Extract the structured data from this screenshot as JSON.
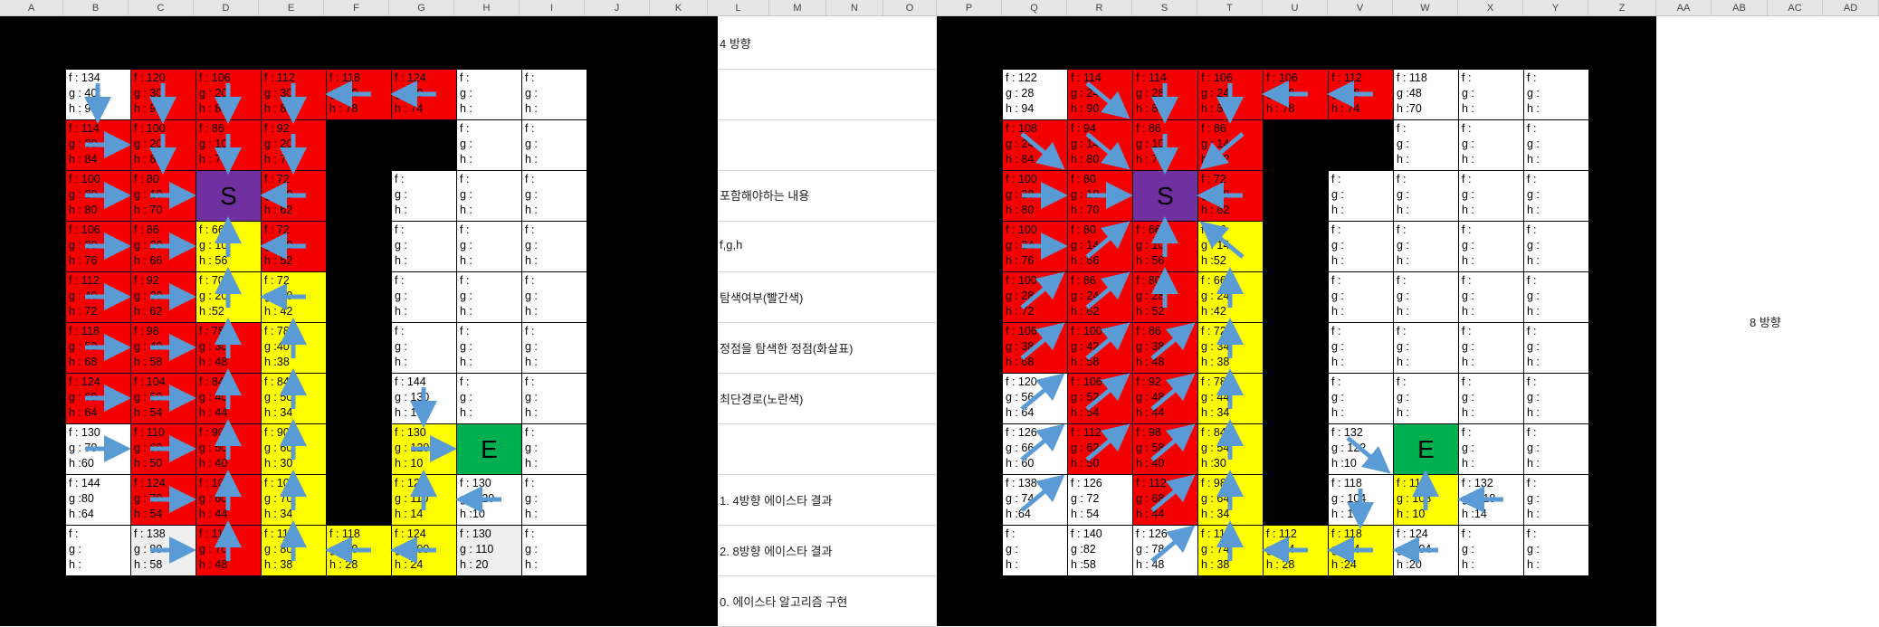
{
  "columns": [
    "A",
    "B",
    "C",
    "D",
    "E",
    "F",
    "G",
    "H",
    "I",
    "J",
    "K",
    "L",
    "M",
    "N",
    "O",
    "P",
    "Q",
    "R",
    "S",
    "T",
    "U",
    "V",
    "W",
    "X",
    "Y",
    "Z",
    "AA",
    "AB",
    "AC",
    "AD"
  ],
  "notes": {
    "title4": "4 방향",
    "content": "포함해야하는 내용",
    "fgh": "f,g,h",
    "explored": "탐색여부(빨간색)",
    "parent": "정점을 탐색한 정점(화살표)",
    "path": "최단경로(노란색)",
    "item1": "1. 4방향 에이스타 결과",
    "item2": "2. 8방향 에이스타 결과",
    "item0": "0. 에이스타 알고리즘 구현"
  },
  "label8": "8 방향",
  "colors": {
    "explored": "#f40000",
    "path": "#ffff00",
    "start": "#7030a0",
    "end": "#00b050",
    "wall": "#000000",
    "arrow": "#5b9bd5"
  },
  "grid4": [
    [
      [
        "w",
        "f : 134",
        "g : 40",
        "h : 94"
      ],
      [
        "r",
        "f : 120",
        "g : 30",
        "h : 90"
      ],
      [
        "r",
        "f : 106",
        "g : 20",
        "h : 86"
      ],
      [
        "r",
        "f : 112",
        "g : 30",
        "h : 82"
      ],
      [
        "r",
        "f : 118",
        "g : 40",
        "h : 78"
      ],
      [
        "r",
        "f : 124",
        "g : 50",
        "h : 74"
      ],
      [
        "w",
        "f :",
        "g :",
        "h :"
      ],
      [
        "w",
        "f :",
        "g :",
        "h :"
      ]
    ],
    [
      [
        "r",
        "f : 114",
        "g : 30",
        "h : 84"
      ],
      [
        "r",
        "f : 100",
        "g : 20",
        "h : 80"
      ],
      [
        "r",
        "f : 86",
        "g : 10",
        "h : 76"
      ],
      [
        "r",
        "f : 92",
        "g : 20",
        "h : 72"
      ],
      [
        "k"
      ],
      [
        "k"
      ],
      [
        "w",
        "f :",
        "g :",
        "h :"
      ],
      [
        "w",
        "f :",
        "g :",
        "h :"
      ]
    ],
    [
      [
        "r",
        "f : 100",
        "g : 20",
        "h : 80"
      ],
      [
        "r",
        "f : 80",
        "g : 10",
        "h : 70"
      ],
      [
        "S",
        "S"
      ],
      [
        "r",
        "f : 72",
        "g : 10",
        "h : 62"
      ],
      [
        "k"
      ],
      [
        "w",
        "f :",
        "g :",
        "h :"
      ],
      [
        "w",
        "f :",
        "g :",
        "h :"
      ],
      [
        "w",
        "f :",
        "g :",
        "h :"
      ]
    ],
    [
      [
        "r",
        "f : 106",
        "g : 30",
        "h : 76"
      ],
      [
        "r",
        "f : 86",
        "g : 20",
        "h : 66"
      ],
      [
        "y",
        "f : 66",
        "g : 10",
        "h : 56"
      ],
      [
        "r",
        "f : 72",
        "g : 20",
        "h : 52"
      ],
      [
        "k"
      ],
      [
        "w",
        "f :",
        "g :",
        "h :"
      ],
      [
        "w",
        "f :",
        "g :",
        "h :"
      ],
      [
        "w",
        "f :",
        "g :",
        "h :"
      ]
    ],
    [
      [
        "r",
        "f : 112",
        "g : 40",
        "h : 72"
      ],
      [
        "r",
        "f : 92",
        "g : 30",
        "h : 62"
      ],
      [
        "y",
        "f : 70",
        "g : 20",
        "h :52"
      ],
      [
        "y",
        "f : 72",
        "g : 30",
        "h : 42"
      ],
      [
        "k"
      ],
      [
        "w",
        "f :",
        "g :",
        "h :"
      ],
      [
        "w",
        "f :",
        "g :",
        "h :"
      ],
      [
        "w",
        "f :",
        "g :",
        "h :"
      ]
    ],
    [
      [
        "r",
        "f : 118",
        "g : 50",
        "h : 68"
      ],
      [
        "r",
        "f : 98",
        "g : 40",
        "h : 58"
      ],
      [
        "r",
        "f : 78",
        "g : 30",
        "h : 48"
      ],
      [
        "y",
        "f : 78",
        "g :40",
        "h :38"
      ],
      [
        "k"
      ],
      [
        "w",
        "f :",
        "g :",
        "h :"
      ],
      [
        "w",
        "f :",
        "g :",
        "h :"
      ],
      [
        "w",
        "f :",
        "g :",
        "h :"
      ]
    ],
    [
      [
        "r",
        "f : 124",
        "g : 60",
        "h : 64"
      ],
      [
        "r",
        "f : 104",
        "g : 50",
        "h : 54"
      ],
      [
        "r",
        "f : 84",
        "g : 40",
        "h : 44"
      ],
      [
        "y",
        "f : 84",
        "g : 50",
        "h : 34"
      ],
      [
        "k"
      ],
      [
        "w",
        "f : 144",
        "g : 130",
        "h : 14"
      ],
      [
        "w",
        "f :",
        "g :",
        "h :"
      ],
      [
        "w",
        "f :",
        "g :",
        "h :"
      ]
    ],
    [
      [
        "w",
        "f : 130",
        "g : 70",
        "h :60"
      ],
      [
        "r",
        "f : 110",
        "g : 60",
        "h : 50"
      ],
      [
        "r",
        "f : 90",
        "g : 50",
        "h : 40"
      ],
      [
        "y",
        "f : 90",
        "g : 60",
        "h : 30"
      ],
      [
        "k"
      ],
      [
        "y",
        "f : 130",
        "g : 120",
        "h : 10"
      ],
      [
        "E",
        "E"
      ],
      [
        "w",
        "f :",
        "g :",
        "h :"
      ]
    ],
    [
      [
        "w",
        "f : 144",
        "g :80",
        "h :64"
      ],
      [
        "r",
        "f : 124",
        "g : 70",
        "h : 54"
      ],
      [
        "r",
        "f : 104",
        "g : 60",
        "h : 44"
      ],
      [
        "y",
        "f : 104",
        "g : 70",
        "h : 34"
      ],
      [
        "k"
      ],
      [
        "y",
        "f : 124",
        "g : 110",
        "h : 14"
      ],
      [
        "w",
        "f : 130",
        "g : 120",
        "h :10"
      ],
      [
        "w",
        "f :",
        "g :",
        "h :"
      ]
    ],
    [
      [
        "w",
        "f :",
        "g :",
        "h :"
      ],
      [
        "g",
        "f : 138",
        "g : 80",
        "h : 58"
      ],
      [
        "r",
        "f : 118",
        "g : 70",
        "h : 48"
      ],
      [
        "y",
        "f : 118",
        "g : 80",
        "h : 38"
      ],
      [
        "y",
        "f : 118",
        "g : 90",
        "h : 28"
      ],
      [
        "y",
        "f : 124",
        "g : 100",
        "h : 24"
      ],
      [
        "g",
        "f : 130",
        "g : 110",
        "h : 20"
      ],
      [
        "w",
        "f :",
        "g :",
        "h :"
      ]
    ]
  ],
  "grid8": [
    [
      [
        "w",
        "f : 122",
        "g : 28",
        "h : 94"
      ],
      [
        "r",
        "f : 114",
        "g : 24",
        "h : 90"
      ],
      [
        "r",
        "f : 114",
        "g : 28",
        "h : 86"
      ],
      [
        "r",
        "f : 106",
        "g : 24",
        "h : 82"
      ],
      [
        "r",
        "f : 106",
        "g : 28",
        "h : 78"
      ],
      [
        "r",
        "f : 112",
        "g : 38",
        "h : 74"
      ],
      [
        "w",
        "f : 118",
        "g :48",
        "h :70"
      ],
      [
        "w",
        "f :",
        "g :",
        "h :"
      ],
      [
        "w",
        "f :",
        "g :",
        "h :"
      ]
    ],
    [
      [
        "r",
        "f : 108",
        "g : 24",
        "h : 84"
      ],
      [
        "r",
        "f : 94",
        "g : 14",
        "h : 80"
      ],
      [
        "r",
        "f : 86",
        "g : 10",
        "h : 76"
      ],
      [
        "r",
        "f : 86",
        "g : 14",
        "h : 72"
      ],
      [
        "k"
      ],
      [
        "k"
      ],
      [
        "w",
        "f :",
        "g :",
        "h :"
      ],
      [
        "w",
        "f :",
        "g :",
        "h :"
      ],
      [
        "w",
        "f :",
        "g :",
        "h :"
      ]
    ],
    [
      [
        "r",
        "f : 100",
        "g : 20",
        "h : 80"
      ],
      [
        "r",
        "f : 80",
        "g : 10",
        "h : 70"
      ],
      [
        "S",
        "S"
      ],
      [
        "r",
        "f : 72",
        "g : 10",
        "h : 62"
      ],
      [
        "k"
      ],
      [
        "w",
        "f :",
        "g :",
        "h :"
      ],
      [
        "w",
        "f :",
        "g :",
        "h :"
      ],
      [
        "w",
        "f :",
        "g :",
        "h :"
      ],
      [
        "w",
        "f :",
        "g :",
        "h :"
      ]
    ],
    [
      [
        "r",
        "f : 100",
        "g : 24",
        "h : 76"
      ],
      [
        "r",
        "f : 80",
        "g : 14",
        "h : 66"
      ],
      [
        "r",
        "f : 66",
        "g : 10",
        "h : 56"
      ],
      [
        "y",
        "f : 66",
        "g : 14",
        "h :52"
      ],
      [
        "k"
      ],
      [
        "w",
        "f :",
        "g :",
        "h :"
      ],
      [
        "w",
        "f :",
        "g :",
        "h :"
      ],
      [
        "w",
        "f :",
        "g :",
        "h :"
      ],
      [
        "w",
        "f :",
        "g :",
        "h :"
      ]
    ],
    [
      [
        "r",
        "f : 100",
        "g : 28",
        "h : 72"
      ],
      [
        "r",
        "f : 86",
        "g : 24",
        "h : 62"
      ],
      [
        "r",
        "f : 80",
        "g : 28",
        "h : 52"
      ],
      [
        "y",
        "f : 66",
        "g : 24",
        "h :42"
      ],
      [
        "k"
      ],
      [
        "w",
        "f :",
        "g :",
        "h :"
      ],
      [
        "w",
        "f :",
        "g :",
        "h :"
      ],
      [
        "w",
        "f :",
        "g :",
        "h :"
      ],
      [
        "w",
        "f :",
        "g :",
        "h :"
      ]
    ],
    [
      [
        "r",
        "f : 106",
        "g : 38",
        "h : 68"
      ],
      [
        "r",
        "f : 100",
        "g : 42",
        "h : 58"
      ],
      [
        "r",
        "f : 86",
        "g : 38",
        "h : 48"
      ],
      [
        "y",
        "f : 72",
        "g : 34",
        "h : 38"
      ],
      [
        "k"
      ],
      [
        "w",
        "f :",
        "g :",
        "h :"
      ],
      [
        "w",
        "f :",
        "g :",
        "h :"
      ],
      [
        "w",
        "f :",
        "g :",
        "h :"
      ],
      [
        "w",
        "f :",
        "g :",
        "h :"
      ]
    ],
    [
      [
        "w",
        "f : 120",
        "g : 56",
        "h : 64"
      ],
      [
        "r",
        "f : 106",
        "g : 52",
        "h : 54"
      ],
      [
        "r",
        "f : 92",
        "g : 48",
        "h : 44"
      ],
      [
        "y",
        "f : 78",
        "g : 44",
        "h : 34"
      ],
      [
        "k"
      ],
      [
        "w",
        "f :",
        "g :",
        "h :"
      ],
      [
        "w",
        "f :",
        "g :",
        "h :"
      ],
      [
        "w",
        "f :",
        "g :",
        "h :"
      ],
      [
        "w",
        "f :",
        "g :",
        "h :"
      ]
    ],
    [
      [
        "w",
        "f : 126",
        "g : 66",
        "h : 60"
      ],
      [
        "r",
        "f : 112",
        "g : 62",
        "h : 50"
      ],
      [
        "r",
        "f : 98",
        "g : 58",
        "h : 40"
      ],
      [
        "y",
        "f : 84",
        "g : 54",
        "h :30"
      ],
      [
        "k"
      ],
      [
        "w",
        "f : 132",
        "g : 122",
        "h :10"
      ],
      [
        "E",
        "E"
      ],
      [
        "w",
        "f :",
        "g :",
        "h :"
      ],
      [
        "w",
        "f :",
        "g :",
        "h :"
      ]
    ],
    [
      [
        "w",
        "f : 138",
        "g : 74",
        "h :64"
      ],
      [
        "w",
        "f : 126",
        "g : 72",
        "h : 54"
      ],
      [
        "r",
        "f : 112",
        "g : 68",
        "h : 44"
      ],
      [
        "y",
        "f : 98",
        "g : 64",
        "h : 34"
      ],
      [
        "k"
      ],
      [
        "w",
        "f : 118",
        "g : 104",
        "h : 14"
      ],
      [
        "y",
        "f : 118",
        "g : 108",
        "h : 10"
      ],
      [
        "w",
        "f : 132",
        "g : 118",
        "h :14"
      ],
      [
        "w",
        "f :",
        "g :",
        "h :"
      ]
    ],
    [
      [
        "w",
        "f :",
        "g :",
        "h :"
      ],
      [
        "w",
        "f : 140",
        "g :82",
        "h :58"
      ],
      [
        "w",
        "f : 126",
        "g : 78",
        "h : 48"
      ],
      [
        "y",
        "f : 112",
        "g : 74",
        "h : 38"
      ],
      [
        "y",
        "f : 112",
        "g : 84",
        "h : 28"
      ],
      [
        "y",
        "f : 118",
        "g : 94",
        "h :24"
      ],
      [
        "w",
        "f : 124",
        "g : 104",
        "h :20"
      ],
      [
        "w",
        "f :",
        "g :",
        "h :"
      ],
      [
        "w",
        "f :",
        "g :",
        "h :"
      ]
    ]
  ]
}
